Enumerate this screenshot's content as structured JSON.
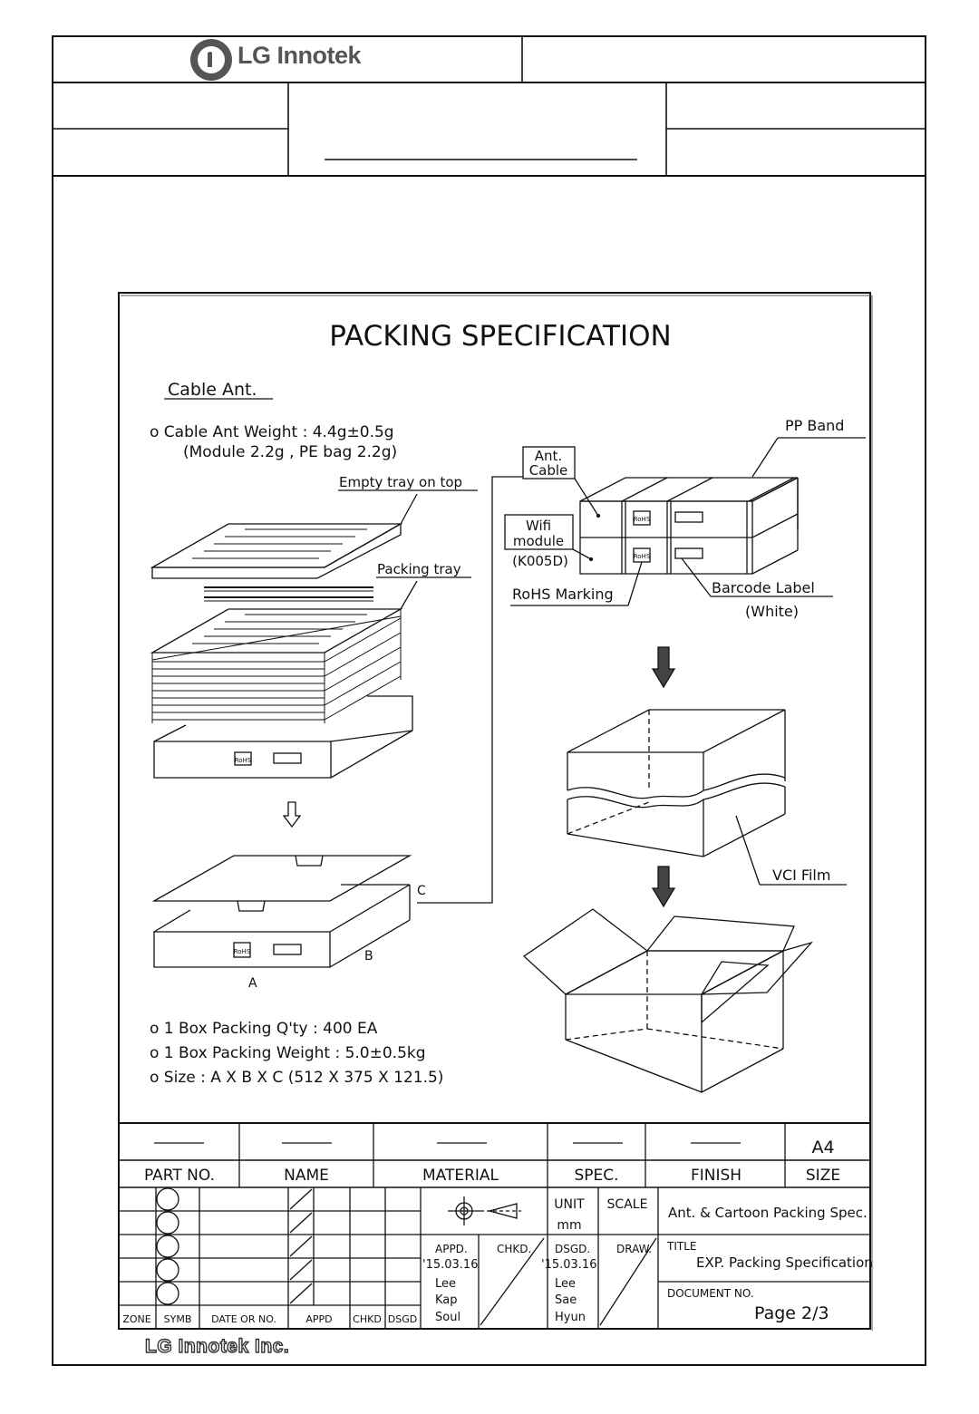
{
  "header": {
    "logo_text": "LG Innotek"
  },
  "drawing": {
    "title": "PACKING SPECIFICATION",
    "section_heading": "Cable Ant.",
    "weight_line1": "o Cable Ant Weight : 4.4g±0.5g",
    "weight_line2": "(Module 2.2g , PE bag 2.2g)",
    "callouts": {
      "empty_tray": "Empty tray on top",
      "packing_tray": "Packing tray",
      "pp_band": "PP Band",
      "ant": "Ant.",
      "cable": "Cable",
      "wifi": "Wifi",
      "module": "module",
      "module_code": "(K005D)",
      "rohs_marking": "RoHS Marking",
      "barcode_label": "Barcode Label",
      "white": "(White)",
      "vci_film": "VCI Film",
      "dim_a": "A",
      "dim_b": "B",
      "dim_c": "C",
      "rohs_tag": "RoHS"
    },
    "notes": [
      "o 1 Box Packing Q'ty : 400 EA",
      "o 1 Box Packing Weight : 5.0±0.5kg",
      "o Size : A X B X C (512 X 375 X 121.5)"
    ]
  },
  "title_block": {
    "size_value": "A4",
    "headers": [
      "PART NO.",
      "NAME",
      "MATERIAL",
      "SPEC.",
      "FINISH",
      "SIZE"
    ],
    "revision_headers": [
      "ZONE",
      "SYMB",
      "DATE OR NO.",
      "APPD",
      "CHKD",
      "DSGD"
    ],
    "unit_label": "UNIT",
    "unit_value": "mm",
    "scale_label": "SCALE",
    "spec_name": "Ant. & Cartoon Packing Spec.",
    "appd": {
      "label": "APPD.",
      "date": "'15.03.16",
      "name1": "Lee",
      "name2": "Kap",
      "name3": "Soul"
    },
    "chkd": {
      "label": "CHKD."
    },
    "dsgd": {
      "label": "DSGD.",
      "date": "'15.03.16",
      "name1": "Lee",
      "name2": "Sae",
      "name3": "Hyun"
    },
    "draw": {
      "label": "DRAW."
    },
    "title_label": "TITLE",
    "title_value": "EXP. Packing Specification",
    "doc_label": "DOCUMENT NO.",
    "page": "Page 2/3"
  },
  "footer": {
    "brand": "LG Innotek Inc."
  }
}
